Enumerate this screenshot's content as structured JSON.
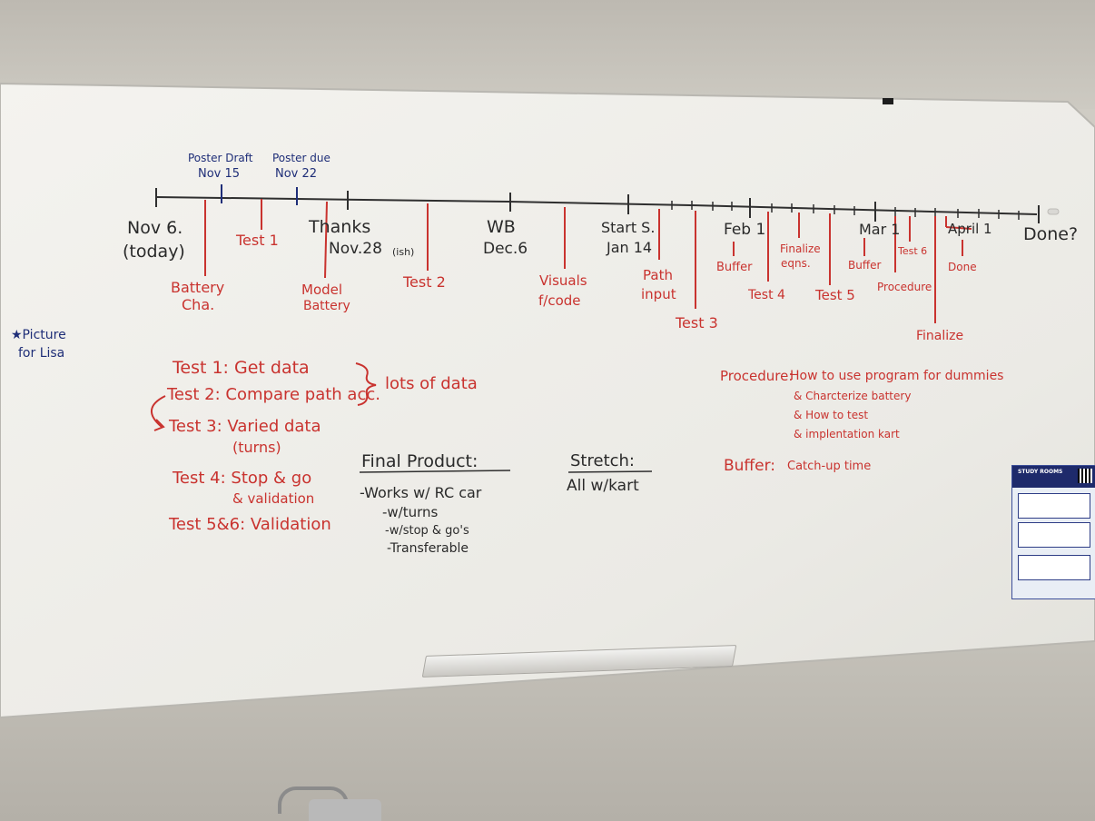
{
  "timeline": {
    "top_labels": {
      "poster_draft": "Poster Draft",
      "poster_draft_date": "Nov 15",
      "poster_due": "Poster due",
      "poster_due_date": "Nov 22"
    },
    "black_labels": {
      "nov6": "Nov 6.",
      "today": "(today)",
      "thanks": "Thanks",
      "nov28": "Nov.28",
      "nov28_note": "(ish)",
      "wb": "WB",
      "dec6": "Dec.6",
      "start_s": "Start S.",
      "jan14": "Jan 14",
      "feb1": "Feb 1",
      "mar1": "Mar 1",
      "april1": "April 1",
      "done": "Done?"
    },
    "red_labels": {
      "battery": "Battery",
      "battery_cha": "Cha.",
      "test1": "Test 1",
      "model": "Model",
      "model_battery": "Battery",
      "test2": "Test 2",
      "visuals": "Visuals",
      "visuals_code": "f/code",
      "path": "Path",
      "path_input": "input",
      "test3": "Test 3",
      "buffer1": "Buffer",
      "test4": "Test 4",
      "finalize_eqns_1": "Finalize",
      "finalize_eqns_2": "eqns.",
      "test5": "Test 5",
      "buffer2": "Buffer",
      "procedure": "Procedure",
      "test6": "Test 6",
      "done_red": "Done",
      "finalize": "Finalize"
    }
  },
  "side_note": {
    "line1": "★Picture",
    "line2": "for Lisa"
  },
  "tests": {
    "t1": "Test 1: Get data",
    "t2": "Test 2: Compare path acc.",
    "t3": "Test 3: Varied data",
    "t3b": "(turns)",
    "t4": "Test 4: Stop & go",
    "t4b": "& validation",
    "t56": "Test 5&6: Validation",
    "lots": "lots of data"
  },
  "final_product": {
    "heading": "Final Product:",
    "items": [
      "-Works w/ RC car",
      "-w/turns",
      "-w/stop & go's",
      "-Transferable"
    ]
  },
  "stretch": {
    "heading": "Stretch:",
    "item": "All w/kart"
  },
  "procedure_note": {
    "heading": "Procedure:",
    "line1": "How to use program for dummies",
    "line2": "& Charcterize battery",
    "line3": "& How to test",
    "line4": "& implentation kart"
  },
  "buffer_note": {
    "heading": "Buffer:",
    "text": "Catch-up time"
  },
  "flyer": {
    "title": "STUDY ROOMS"
  },
  "colors": {
    "board": "#f1f0ec",
    "black_marker": "#2a2a2a",
    "red_marker": "#c9332f",
    "blue_marker": "#1f2e78"
  }
}
